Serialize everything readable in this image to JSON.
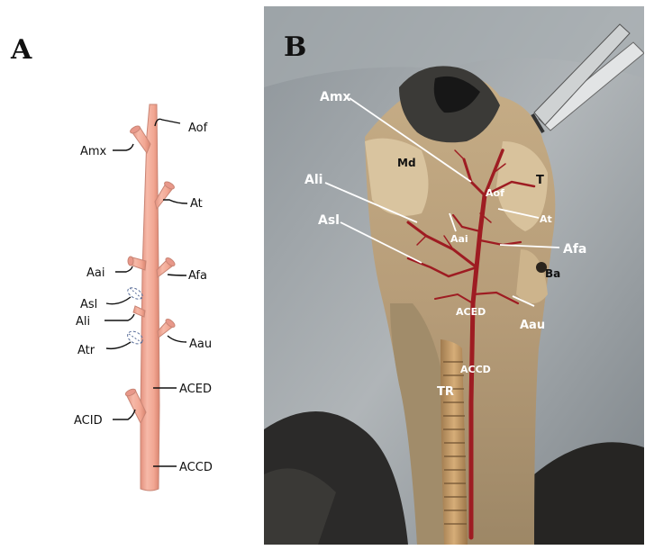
{
  "figure": {
    "panel_a": {
      "letter": "A",
      "labels": {
        "aof": "Aof",
        "amx": "Amx",
        "at": "At",
        "aai": "Aai",
        "afa": "Afa",
        "asl": "Asl",
        "ali": "Ali",
        "atr": "Atr",
        "aau": "Aau",
        "aced": "ACED",
        "acid": "ACID",
        "accd": "ACCD"
      }
    },
    "panel_b": {
      "letter": "B",
      "labels": {
        "amx": "Amx",
        "md": "Md",
        "ali": "Ali",
        "aof": "Aof",
        "t": "T",
        "at": "At",
        "asl": "Asl",
        "aai": "Aai",
        "afa": "Afa",
        "ba": "Ba",
        "aced": "ACED",
        "aau": "Aau",
        "accd": "ACCD",
        "tr": "TR"
      }
    },
    "colors": {
      "artery_fill": "#f2aa98",
      "artery_edge": "#c98575",
      "vessel_red": "#9e1c22",
      "tissue": "#c9b48f",
      "background_metal": "#9aa0a4"
    }
  }
}
